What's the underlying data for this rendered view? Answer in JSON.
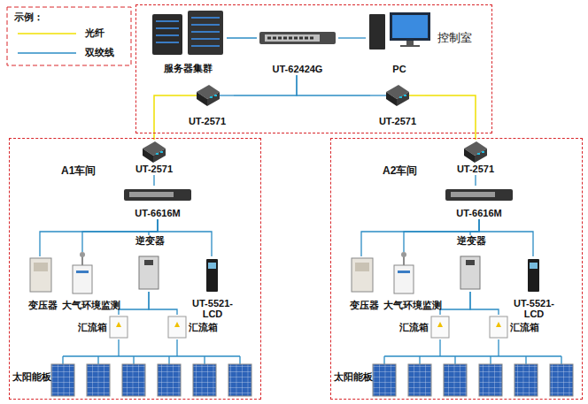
{
  "diagram": {
    "nodes": [
      {
        "text": [
          "控制室"
        ]
      },
      {
        "text": [
          "服务器集群"
        ],
        "in": 0
      },
      {
        "text": [
          "UT-62424G"
        ],
        "in": 0
      },
      {
        "text": [
          "PC"
        ],
        "in": 0
      },
      {
        "text": [
          "UT-2571"
        ],
        "in": 0
      },
      {
        "text": [
          "UT-2571"
        ],
        "in": 0
      },
      {
        "text": [
          "A1车间"
        ]
      },
      {
        "text": [
          "UT-2571"
        ],
        "in": 6
      },
      {
        "text": [
          "UT-6616M"
        ],
        "in": 6
      },
      {
        "text": [
          "变压器"
        ],
        "in": 6
      },
      {
        "text": [
          "大气环境监测"
        ],
        "in": 6
      },
      {
        "text": [
          "逆变器"
        ],
        "in": 6
      },
      {
        "text": [
          "UT-5521- LCD"
        ],
        "in": 6
      },
      {
        "text": [
          "汇流箱"
        ],
        "in": 6
      },
      {
        "text": [
          "汇流箱"
        ],
        "in": 6
      },
      {
        "text": [
          "太阳能板"
        ],
        "in": 6
      },
      {
        "text": [
          "A2车间"
        ]
      },
      {
        "text": [
          "UT-2571"
        ],
        "in": 16
      },
      {
        "text": [
          "UT-6616M"
        ],
        "in": 16
      },
      {
        "text": [
          "变压器"
        ],
        "in": 16
      },
      {
        "text": [
          "大气环境监测"
        ],
        "in": 16
      },
      {
        "text": [
          "逆变器"
        ],
        "in": 16
      },
      {
        "text": [
          "UT-5521- LCD"
        ],
        "in": 16
      },
      {
        "text": [
          "汇流箱"
        ],
        "in": 16
      },
      {
        "text": [
          "汇流箱"
        ],
        "in": 16
      },
      {
        "text": [
          "太阳能板"
        ],
        "in": 16
      }
    ],
    "edges": [
      {
        "from": 1,
        "to": 2,
        "arrow": "none"
      },
      {
        "from": 2,
        "to": 3,
        "arrow": "none"
      },
      {
        "from": 2,
        "to": 4,
        "arrow": "none"
      },
      {
        "from": 2,
        "to": 5,
        "arrow": "none"
      },
      {
        "from": 4,
        "to": 7,
        "arrow": "none"
      },
      {
        "from": 5,
        "to": 17,
        "arrow": "none"
      },
      {
        "from": 7,
        "to": 8,
        "arrow": "none"
      },
      {
        "from": 8,
        "to": 9,
        "arrow": "none"
      },
      {
        "from": 8,
        "to": 10,
        "arrow": "none"
      },
      {
        "from": 8,
        "to": 11,
        "arrow": "none"
      },
      {
        "from": 8,
        "to": 12,
        "arrow": "none"
      },
      {
        "from": 11,
        "to": 13,
        "arrow": "none"
      },
      {
        "from": 11,
        "to": 14,
        "arrow": "none"
      },
      {
        "from": 13,
        "to": 15,
        "arrow": "none"
      },
      {
        "from": 14,
        "to": 15,
        "arrow": "none"
      },
      {
        "from": 17,
        "to": 18,
        "arrow": "none"
      },
      {
        "from": 18,
        "to": 19,
        "arrow": "none"
      },
      {
        "from": 18,
        "to": 20,
        "arrow": "none"
      },
      {
        "from": 18,
        "to": 21,
        "arrow": "none"
      },
      {
        "from": 18,
        "to": 22,
        "arrow": "none"
      },
      {
        "from": 21,
        "to": 23,
        "arrow": "none"
      },
      {
        "from": 21,
        "to": 24,
        "arrow": "none"
      },
      {
        "from": 23,
        "to": 25,
        "arrow": "none"
      },
      {
        "from": 24,
        "to": 25,
        "arrow": "none"
      }
    ],
    "labels": [
      "示例："
    ],
    "legend": [
      {
        "text": "光纤"
      },
      {
        "text": "双绞线"
      }
    ]
  }
}
